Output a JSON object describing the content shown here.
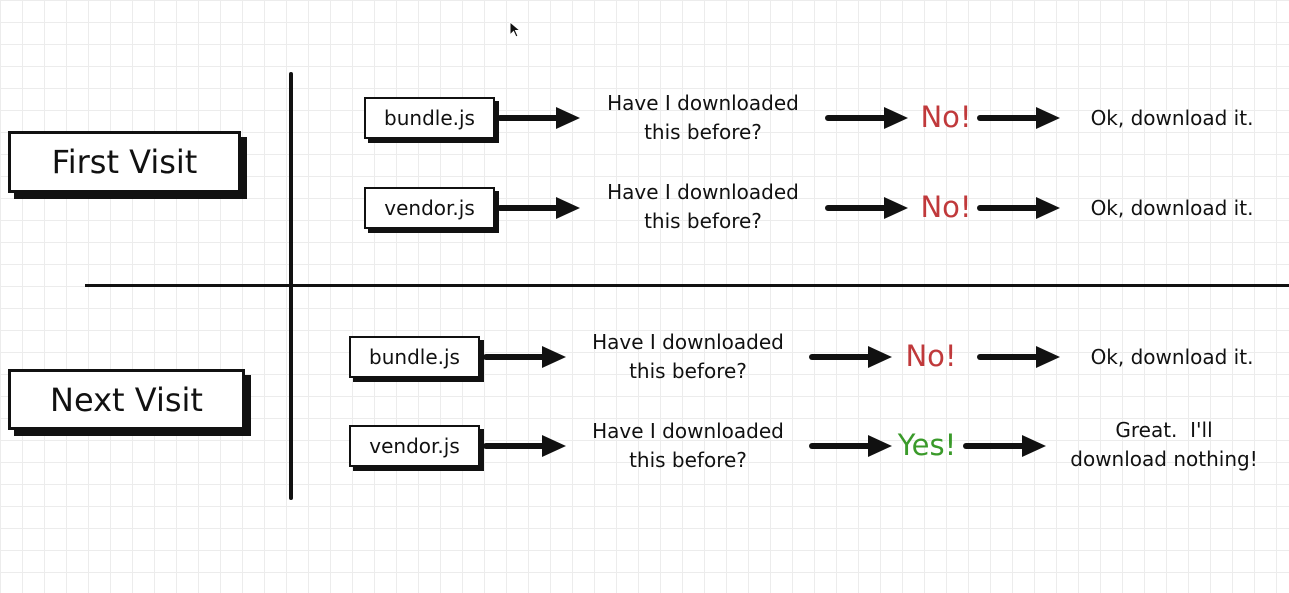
{
  "sections": [
    {
      "label": "First Visit",
      "rows": [
        {
          "file": "bundle.js",
          "question_l1": "Have I downloaded",
          "question_l2": "this before?",
          "answer": "No!",
          "result_l1": "Ok, download it.",
          "result_l2": ""
        },
        {
          "file": "vendor.js",
          "question_l1": "Have I downloaded",
          "question_l2": "this before?",
          "answer": "No!",
          "result_l1": "Ok, download it.",
          "result_l2": ""
        }
      ]
    },
    {
      "label": "Next Visit",
      "rows": [
        {
          "file": "bundle.js",
          "question_l1": "Have I downloaded",
          "question_l2": "this before?",
          "answer": "No!",
          "result_l1": "Ok, download it.",
          "result_l2": ""
        },
        {
          "file": "vendor.js",
          "question_l1": "Have I downloaded",
          "question_l2": "this before?",
          "answer": "Yes!",
          "result_l1": "Great.  I'll",
          "result_l2": "download nothing!"
        }
      ]
    }
  ],
  "colors": {
    "no": "#c0393b",
    "yes": "#3a9a2a",
    "ink": "#111111"
  },
  "icons": {
    "cursor": "mouse-pointer-icon",
    "arrow": "arrow-right-icon"
  }
}
